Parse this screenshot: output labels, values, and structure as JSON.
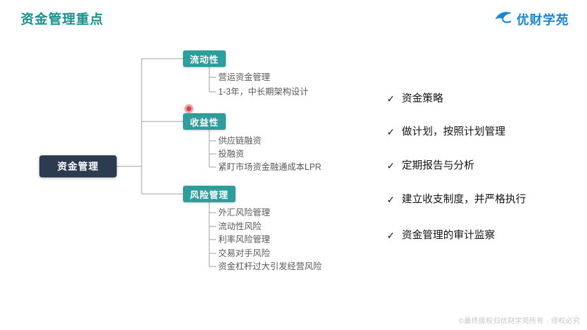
{
  "header": {
    "title": "资金管理重点"
  },
  "brand": {
    "name": "优财学苑"
  },
  "mindmap": {
    "root": "资金管理",
    "branches": [
      {
        "label": "流动性",
        "children": [
          "营运资金管理",
          "1-3年，中长期架构设计"
        ]
      },
      {
        "label": "收益性",
        "children": [
          "供应链融资",
          "投融资",
          "紧盯市场资金融通成本LPR"
        ]
      },
      {
        "label": "风险管理",
        "children": [
          "外汇风险管理",
          "流动性风险",
          "利率风险管理",
          "交易对手风险",
          "资金杠杆过大引发经营风险"
        ]
      }
    ]
  },
  "checklist": {
    "check_glyph": "✓",
    "items": [
      "资金策略",
      "做计划，按照计划管理",
      "定期报告与分析",
      "建立收支制度，并严格执行",
      "资金管理的审计监察"
    ]
  },
  "footer": {
    "copyright": "©最终版权归优财学苑所有 · 侵权必究"
  },
  "colors": {
    "title_teal": "#17918e",
    "branch_teal": "#2e9e9d",
    "root_navy": "#2c3b50",
    "logo_blue": "#1886d9",
    "connector_gray": "#b3b3b3",
    "pointer_red": "#e2383f"
  }
}
